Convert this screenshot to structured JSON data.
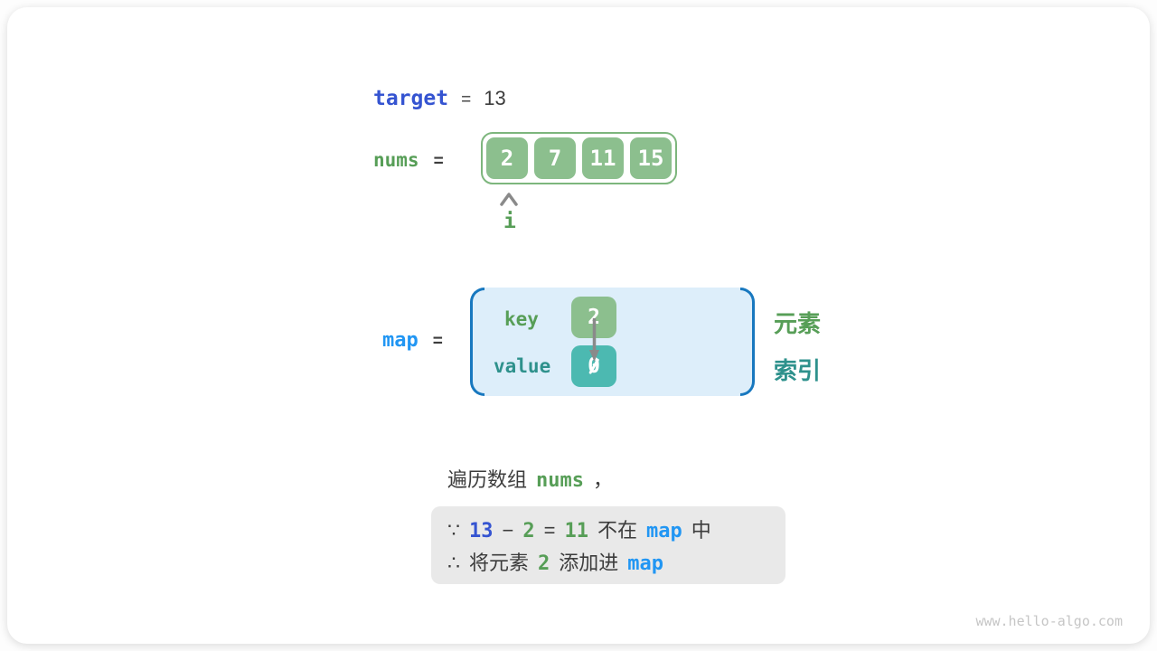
{
  "colors": {
    "indigo_code": "#3554d1",
    "green_text": "#579e57",
    "green_fill": "#8cbf8e",
    "green_border": "#7db67d",
    "teal_text": "#2e918c",
    "teal_fill": "#4cb9b1",
    "bright_blue_code": "#2196f3",
    "bracket_blue": "#1878bf",
    "map_fill": "#ddeefa",
    "dark_text": "#3c3c3c",
    "note_bg": "#e9e9e9",
    "arrow_gray": "#8a8a8a",
    "watermark_gray": "#c6c6c6"
  },
  "target_row": {
    "label": "target",
    "equals": "=",
    "value": "13"
  },
  "nums_row": {
    "label": "nums",
    "equals": "=",
    "cells": [
      "2",
      "7",
      "11",
      "15"
    ],
    "pointer_label": "i"
  },
  "map_row": {
    "label": "map",
    "equals": "=",
    "key_label": "key",
    "value_label": "value",
    "key_cell": "2",
    "value_cell": "0",
    "element_label": "元素",
    "index_label": "索引"
  },
  "caption": {
    "prefix": "遍历数组",
    "code": "nums",
    "comma": "，"
  },
  "note_box": {
    "line1": {
      "because": "∵",
      "n_target": "13",
      "minus": "−",
      "n_elem": "2",
      "equals": "=",
      "n_diff": "11",
      "text_mid": "不在",
      "code": "map",
      "text_end": "中"
    },
    "line2": {
      "therefore": "∴",
      "text_start": "将元素",
      "n_elem": "2",
      "text_mid": "添加进",
      "code": "map"
    }
  },
  "watermark": "www.hello-algo.com"
}
